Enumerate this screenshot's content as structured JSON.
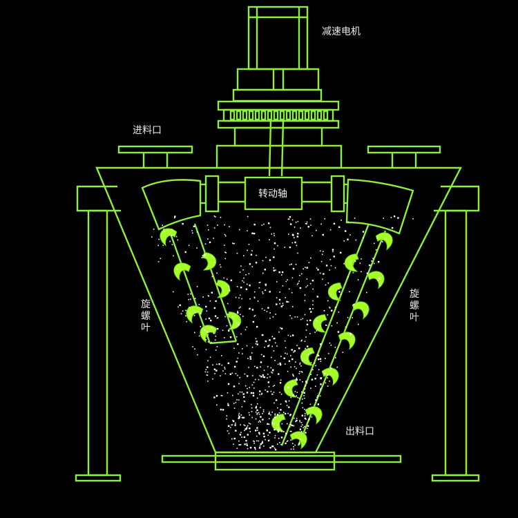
{
  "colors": {
    "background": "#000000",
    "line": "#8ef03a",
    "blade": "#a6ff26",
    "blade_edge": "#6fd61a",
    "particle": "#ffffff",
    "label": "#e8e8e8"
  },
  "labels": {
    "motor": "减速电机",
    "feed_inlet": "进料口",
    "drive_shaft": "转动轴",
    "blade_left": "旋螺叶",
    "blade_right": "旋螺叶",
    "discharge": "出料口"
  }
}
